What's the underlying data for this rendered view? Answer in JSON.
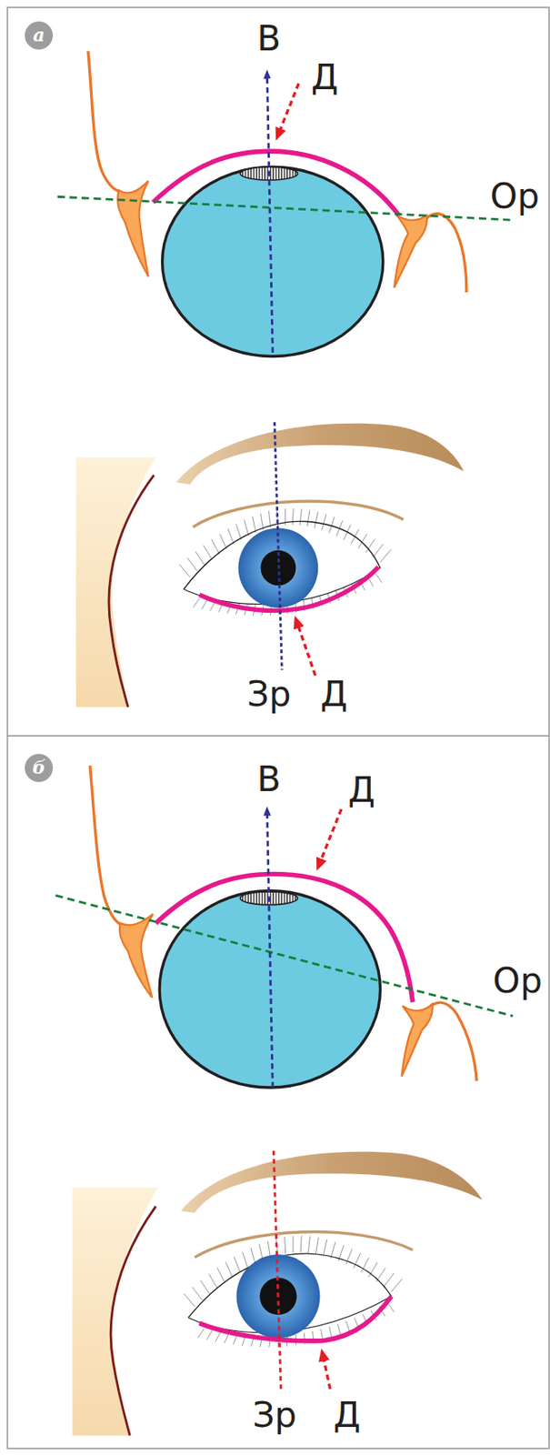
{
  "diagram": {
    "nodes": [
      {
        "text": [
          "а"
        ]
      },
      {
        "text": [
          "б"
        ]
      }
    ],
    "labels": [
      "В",
      "Д",
      "Ор",
      "Зр",
      "Д",
      "В",
      "Д",
      "Ор",
      "Зр",
      "Д"
    ]
  }
}
